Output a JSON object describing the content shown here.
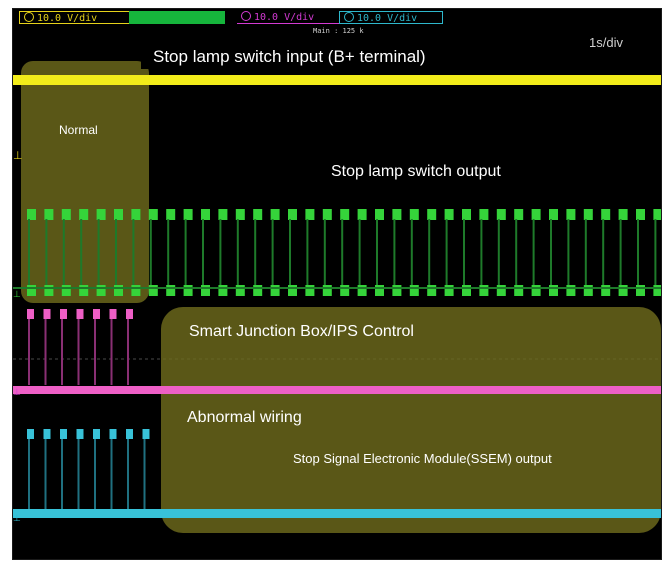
{
  "channels": {
    "ch1": {
      "label": "10.0 V/div",
      "color": "#e6d21a"
    },
    "ch2": {
      "color": "#16b53c"
    },
    "ch3": {
      "label": "10.0 V/div",
      "color": "#d33ad3"
    },
    "ch4": {
      "label": "10.0 V/div",
      "color": "#2eb8cc"
    }
  },
  "timebase": "Main : 125 k",
  "time_div": "1s/div",
  "annotations": {
    "stop_lamp_input": "Stop lamp switch input (B+ terminal)",
    "normal": "Normal",
    "stop_lamp_output": "Stop lamp switch output",
    "smart_junction_box": "Smart Junction Box/IPS Control",
    "abnormal_wiring": "Abnormal wiring",
    "ssem_output": "Stop Signal Electronic Module(SSEM) output"
  },
  "colors": {
    "highlight": "#6e6a1c",
    "yellow_trace": "#f2ec1a",
    "green_trace": "#35d43a",
    "pink_trace": "#ee5fc6",
    "cyan_trace": "#38c2d8"
  }
}
